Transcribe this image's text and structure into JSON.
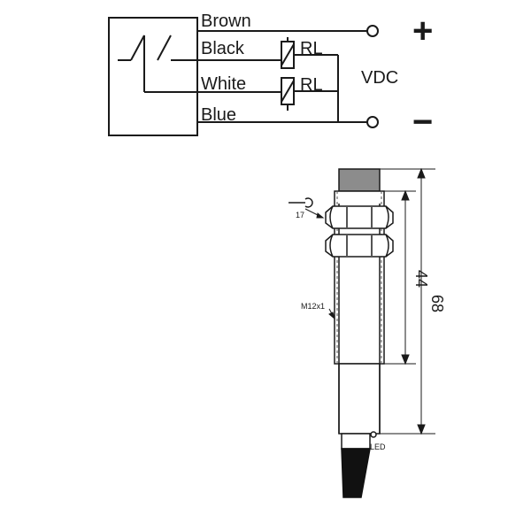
{
  "wiring": {
    "wires": {
      "brown": "Brown",
      "black": "Black",
      "white": "White",
      "blue": "Blue"
    },
    "load_label": "RL",
    "supply_label": "VDC",
    "plus_sign": "+",
    "minus_sign": "−"
  },
  "dimensions": {
    "wrench_size": "17",
    "thread_label": "M12x1",
    "length_thread": "44",
    "length_total": "68",
    "led_label": "LED"
  },
  "colors": {
    "line": "#1a1a1a",
    "sensing_face": "#8c8c8c",
    "body_fill": "#ffffff",
    "thread_hatch": "#555555",
    "cable": "#111111"
  }
}
